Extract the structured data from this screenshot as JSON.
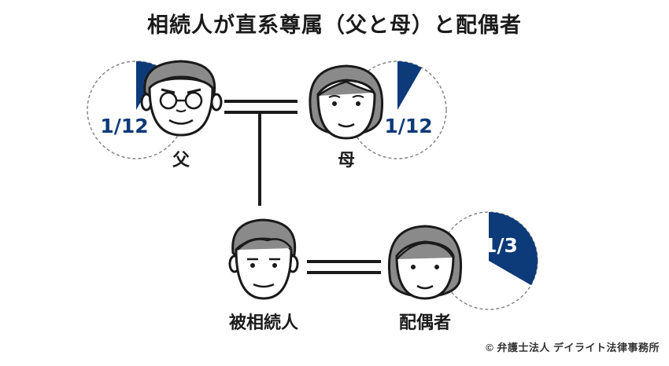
{
  "title": "相続人が直系尊属（父と母）と配偶者",
  "colors": {
    "accent": "#0d3a78",
    "ink": "#1a1a1a",
    "hair": "#8a8a8a",
    "face": "#ffffff"
  },
  "people": {
    "father": {
      "label": "父",
      "share": "1/12",
      "share_fraction": 0.0833
    },
    "mother": {
      "label": "母",
      "share": "1/12",
      "share_fraction": 0.0833
    },
    "deceased": {
      "label": "被相続人"
    },
    "spouse": {
      "label": "配偶者",
      "share": "1/3",
      "share_fraction": 0.3333
    }
  },
  "credit": "© 弁護士法人 デイライト法律事務所"
}
